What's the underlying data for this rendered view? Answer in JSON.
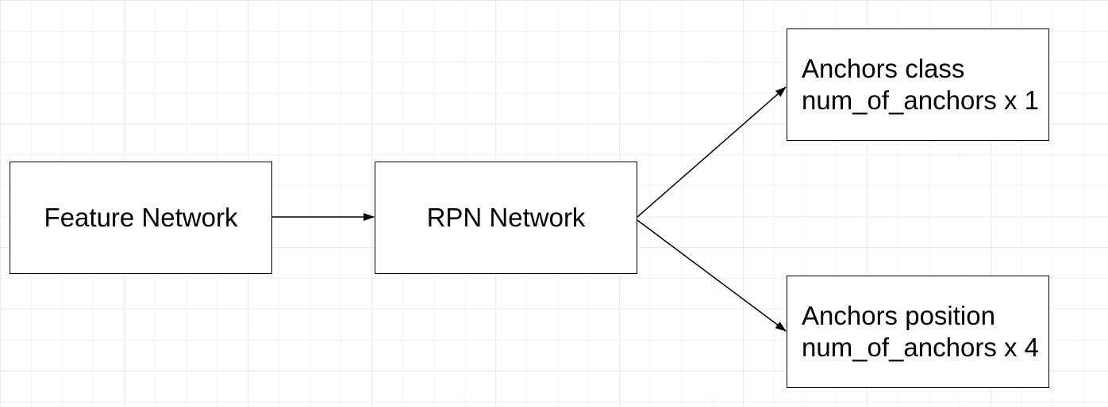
{
  "diagram": {
    "nodes": {
      "feature_network": {
        "label": "Feature Network"
      },
      "rpn_network": {
        "label": "RPN Network"
      },
      "anchors_class": {
        "line1": "Anchors class",
        "line2": "num_of_anchors x 1"
      },
      "anchors_position": {
        "line1": "Anchors position",
        "line2": "num_of_anchors x 4"
      }
    },
    "edges": [
      {
        "from": "feature_network",
        "to": "rpn_network"
      },
      {
        "from": "rpn_network",
        "to": "anchors_class"
      },
      {
        "from": "rpn_network",
        "to": "anchors_position"
      }
    ],
    "colors": {
      "stroke": "#000000",
      "background": "#ffffff",
      "grid": "#e2ecec"
    }
  }
}
